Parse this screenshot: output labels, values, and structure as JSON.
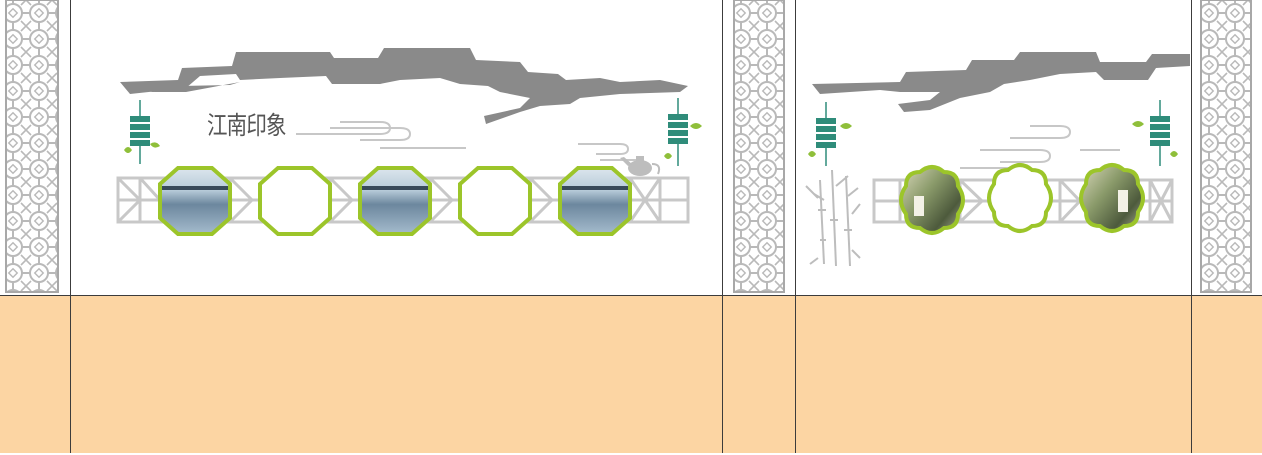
{
  "wall_panel_left": {
    "title": "江南印象",
    "title_color": "#555555",
    "frame_accent_color": "#9cc52a",
    "photo_count": 3,
    "empty_frame_count": 2
  },
  "wall_panel_right": {
    "frame_accent_color": "#9cc52a",
    "photo_count": 2,
    "empty_frame_count": 1
  },
  "colors": {
    "roof": "#8a8a8a",
    "lattice": "#b9b9b9",
    "floor": "#fcd5a3",
    "lantern": "#2f8c7a",
    "leaf": "#8fbf3a"
  },
  "icons": [
    "roof-silhouette",
    "lantern-icon",
    "teapot-icon",
    "cloud-swirl",
    "bamboo-icon",
    "lattice-pattern"
  ]
}
